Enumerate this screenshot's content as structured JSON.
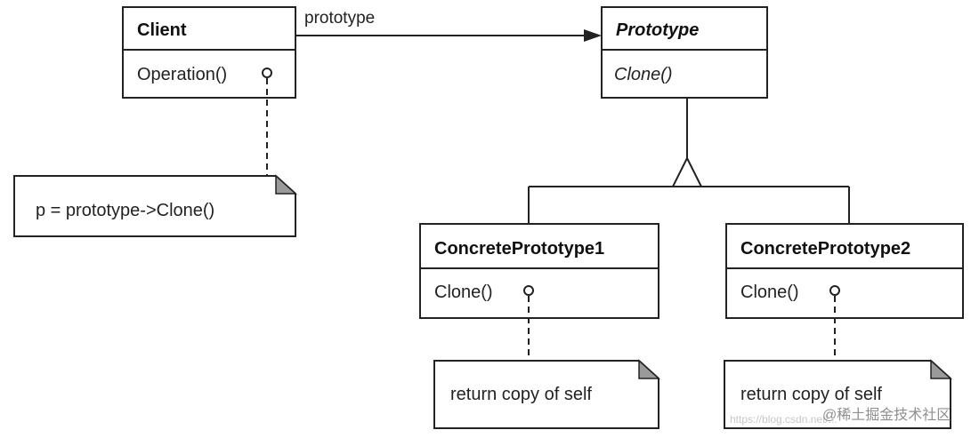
{
  "classes": {
    "client": {
      "name": "Client",
      "operation": "Operation()"
    },
    "prototype": {
      "name": "Prototype",
      "operation": "Clone()"
    },
    "concrete1": {
      "name": "ConcretePrototype1",
      "operation": "Clone()"
    },
    "concrete2": {
      "name": "ConcretePrototype2",
      "operation": "Clone()"
    }
  },
  "association": {
    "label": "prototype"
  },
  "notes": {
    "client_note": "p = prototype->Clone()",
    "concrete1_note": "return copy of self",
    "concrete2_note": "return copy of self"
  },
  "watermark": {
    "text": "@稀土掘金技术社区",
    "faint_url": "https://blog.csdn.net/..."
  }
}
